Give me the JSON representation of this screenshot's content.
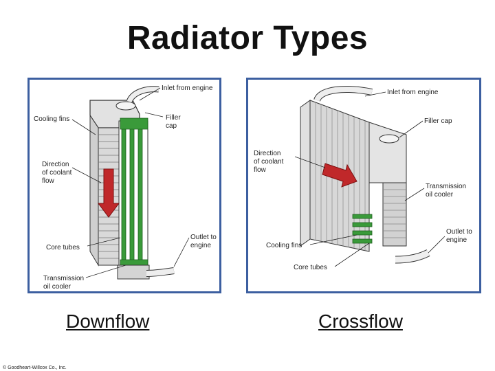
{
  "title": "Radiator Types",
  "left_panel": {
    "caption": "Downflow",
    "labels": {
      "inlet": "Inlet from engine",
      "cooling_fins": "Cooling fins",
      "filler_1": "Filler",
      "filler_2": "cap",
      "direction_1": "Direction",
      "direction_2": "of coolant",
      "direction_3": "flow",
      "core_tubes": "Core tubes",
      "outlet_1": "Outlet to",
      "outlet_2": "engine",
      "trans_1": "Transmission",
      "trans_2": "oil cooler"
    }
  },
  "right_panel": {
    "caption": "Crossflow",
    "labels": {
      "inlet": "Inlet from engine",
      "filler": "Filler cap",
      "direction_1": "Direction",
      "direction_2": "of coolant",
      "direction_3": "flow",
      "trans_1": "Transmission",
      "trans_2": "oil cooler",
      "outlet_1": "Outlet to",
      "outlet_2": "engine",
      "cooling_fins": "Cooling fins",
      "core_tubes": "Core tubes"
    }
  },
  "copyright": "© Goodheart-Willcox Co., Inc.",
  "colors": {
    "panel_border": "#3c5fa0",
    "arrow_red": "#c0282a",
    "tube_green": "#3a9a3a",
    "metal": "#d8d8d8"
  }
}
